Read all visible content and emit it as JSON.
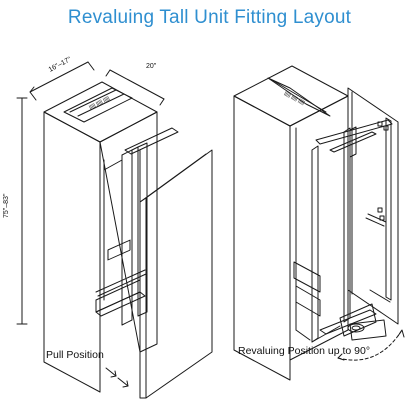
{
  "title": "Revaluing Tall Unit Fitting Layout",
  "dimensions": {
    "depth": "16\"–17\"",
    "width": "20\"",
    "height": "75\"–83\""
  },
  "captions": {
    "pull": "Pull Position",
    "revolve": "Revaluing Position up to 90°"
  },
  "colors": {
    "title": "#2f8fd0",
    "line": "#1a1a1a"
  }
}
